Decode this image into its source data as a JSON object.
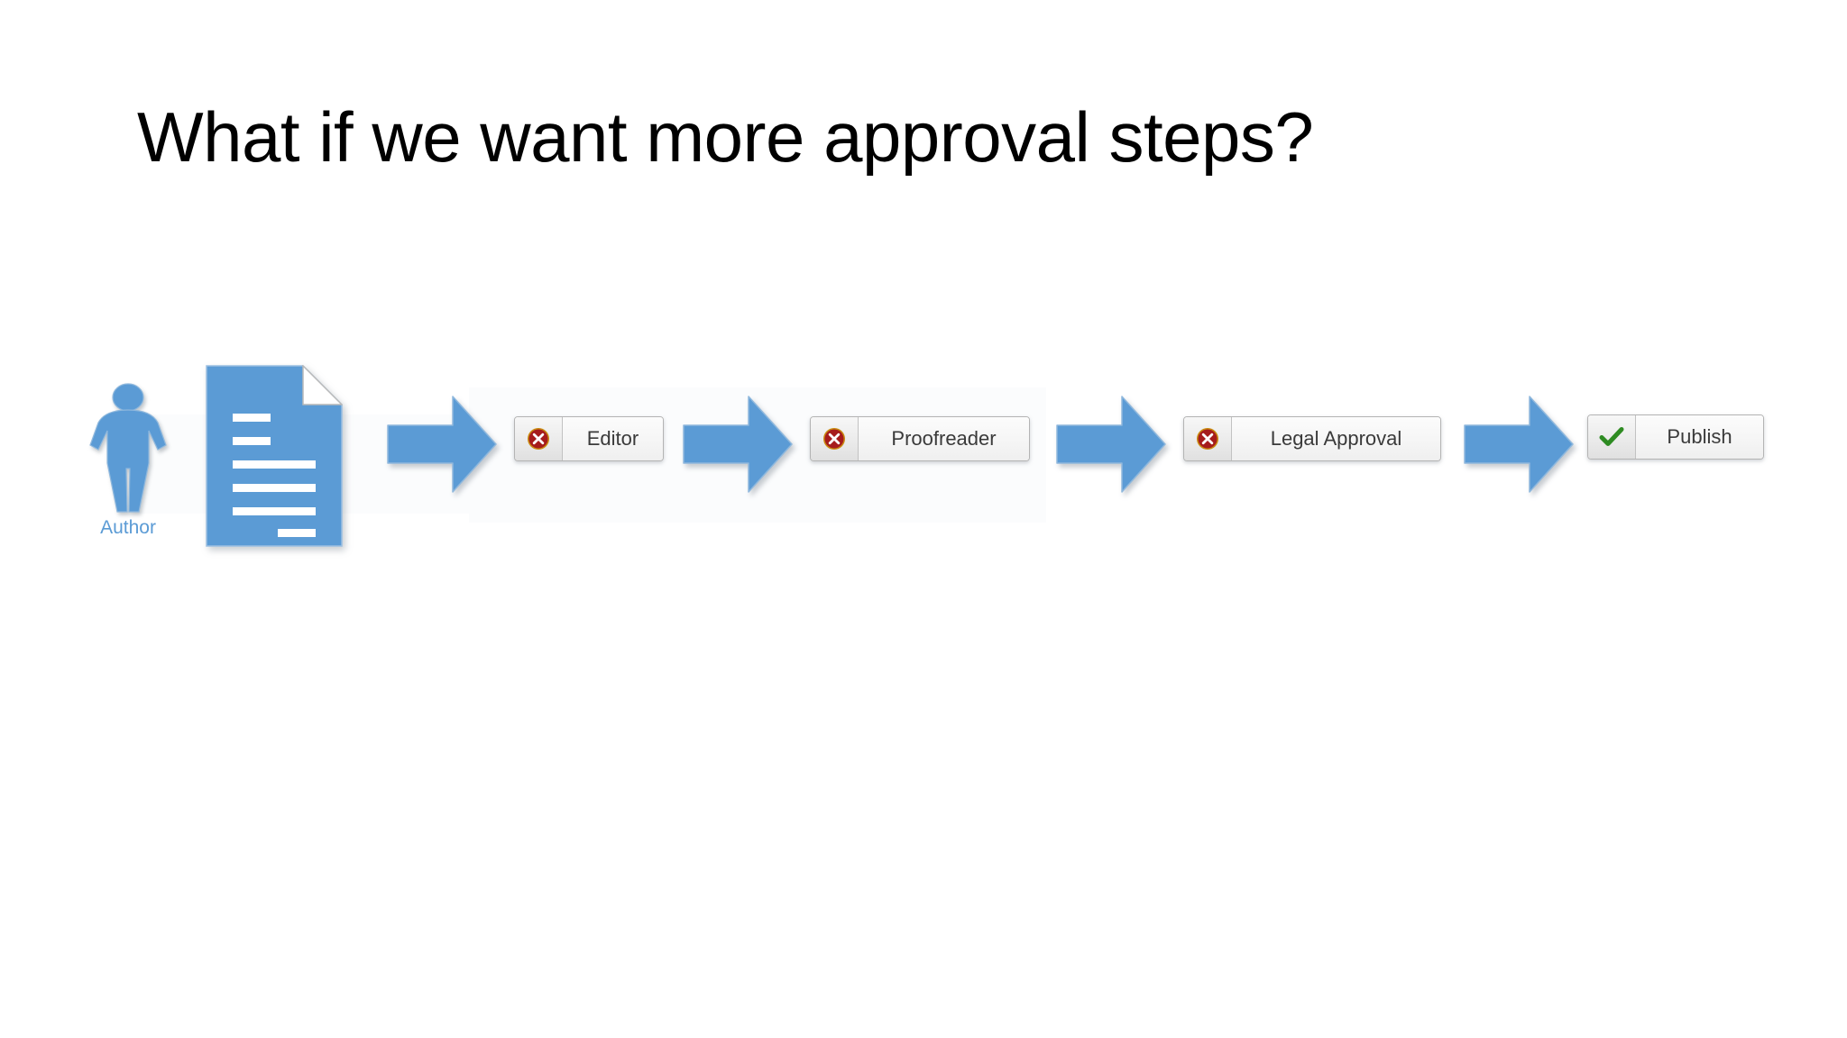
{
  "slide": {
    "title": "What if we want more approval steps?",
    "background_color": "#FFFFFF"
  },
  "colors": {
    "accent_blue": "#5B9BD5",
    "reject_red": "#A61C1C",
    "approve_green": "#2E8B22",
    "button_face": "#F2F2F2",
    "button_border": "#B4B4B4",
    "title_text": "#000000"
  },
  "actor": {
    "name": "Author",
    "label": "Author",
    "icon": "person-icon"
  },
  "document": {
    "icon": "document-icon",
    "line_count": 6
  },
  "workflow": {
    "arrow_icon": "right-arrow-icon",
    "steps": [
      {
        "label": "Editor",
        "status_icon": "circle-x-icon",
        "status": "reject",
        "status_color": "#A61C1C"
      },
      {
        "label": "Proofreader",
        "status_icon": "circle-x-icon",
        "status": "reject",
        "status_color": "#A61C1C"
      },
      {
        "label": "Legal Approval",
        "status_icon": "circle-x-icon",
        "status": "reject",
        "status_color": "#A61C1C"
      },
      {
        "label": "Publish",
        "status_icon": "check-icon",
        "status": "approve",
        "status_color": "#2E8B22"
      }
    ]
  }
}
